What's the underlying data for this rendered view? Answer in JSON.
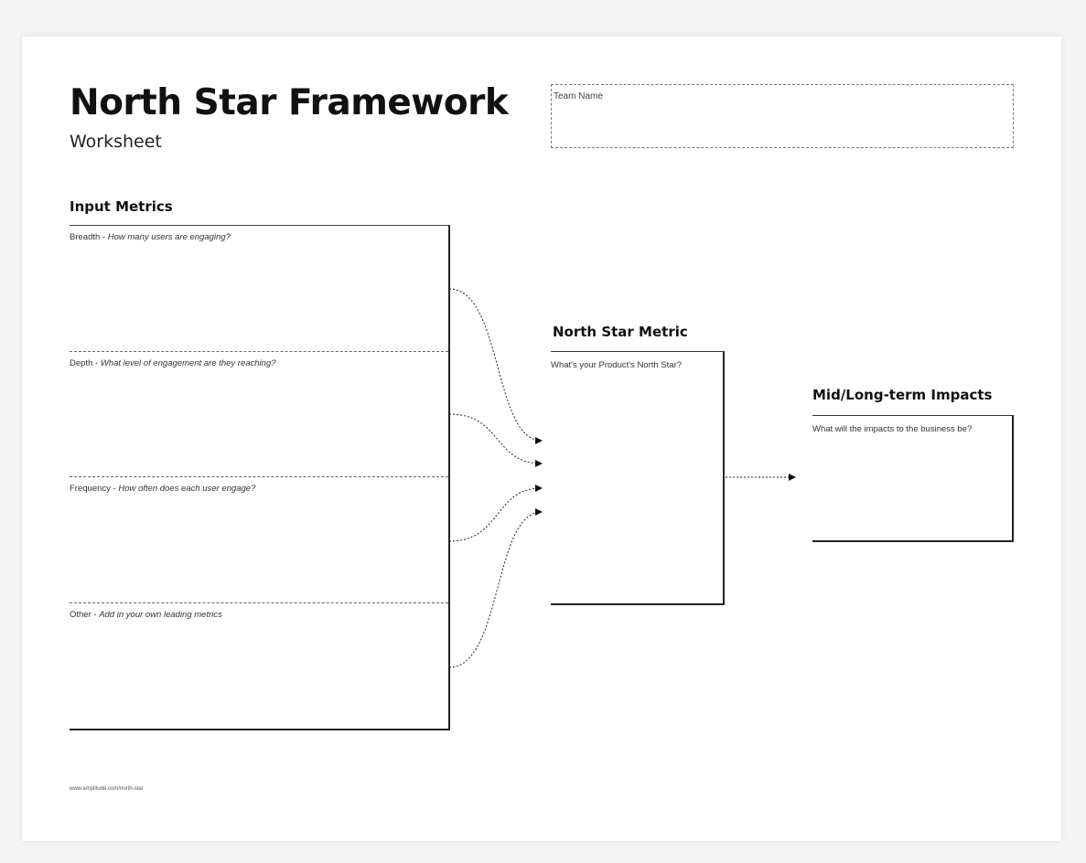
{
  "title": "North Star Framework",
  "subtitle": "Worksheet",
  "team_name_label": "Team Name",
  "input_metrics": {
    "heading": "Input Metrics",
    "rows": [
      {
        "label": "Breadth",
        "separator": " - ",
        "prompt": "How many users are engaging?"
      },
      {
        "label": "Depth",
        "separator": " - ",
        "prompt": "What level of engagement are they reaching?"
      },
      {
        "label": "Frequency",
        "separator": " - ",
        "prompt": "How often does each user engage?"
      },
      {
        "label": "Other",
        "separator": " - ",
        "prompt": "Add in your own leading metrics"
      }
    ]
  },
  "north_star_metric": {
    "heading": "North Star Metric",
    "prompt": "What's your Product's North Star?"
  },
  "impacts": {
    "heading": "Mid/Long-term Impacts",
    "prompt": "What will the impacts to the business be?"
  },
  "footer_url": "www.amplitude.com/north-star"
}
